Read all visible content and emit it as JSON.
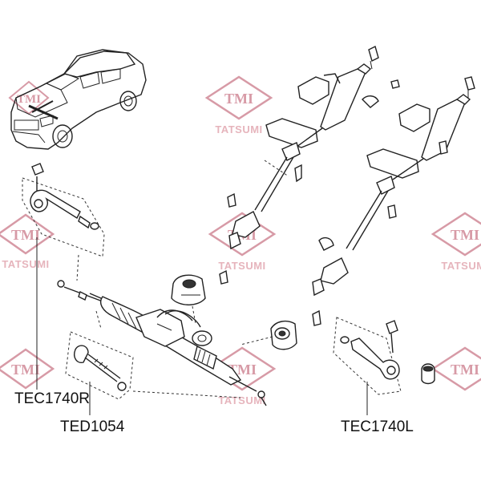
{
  "watermark": {
    "logo": "TMI",
    "brand": "TATSUMI",
    "colors": {
      "logo": "#d79aa6",
      "brand": "#e6b4bc"
    }
  },
  "labels": {
    "tec_right": "TEC1740R",
    "ted": "TED1054",
    "tec_left": "TEC1740L"
  },
  "colors": {
    "ink": "#222222",
    "background": "#ffffff"
  }
}
